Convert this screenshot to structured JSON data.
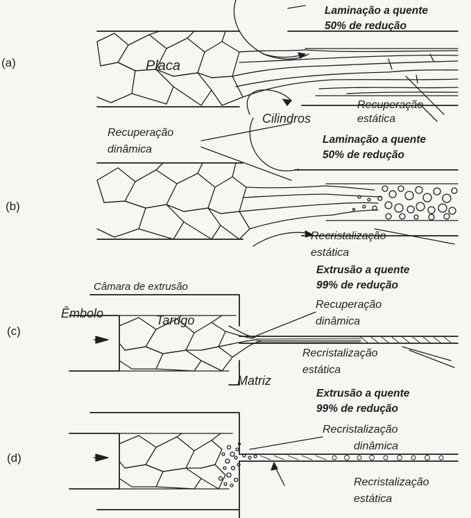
{
  "panels": {
    "a": {
      "tag": "(a)",
      "title_line1": "Laminação a quente",
      "title_line2": "50% de redução",
      "material": "Placa",
      "rolls": "Cilindros",
      "recovery_static_1": "Recuperação",
      "recovery_static_2": "estática"
    },
    "b": {
      "tag": "(b)",
      "title_line1": "Laminação a quente",
      "title_line2": "50% de redução",
      "recovery_dynamic_1": "Recuperação",
      "recovery_dynamic_2": "dinâmica",
      "recryst_static_1": "Recristalização",
      "recryst_static_2": "estática"
    },
    "c": {
      "tag": "(c)",
      "title_line1": "Extrusão a quente",
      "title_line2": "99% de redução",
      "chamber": "Câmara de extrusão",
      "ram": "Êmbolo",
      "billet": "Tarugo",
      "die": "Matriz",
      "recovery_dynamic_1": "Recuperação",
      "recovery_dynamic_2": "dinâmica",
      "recryst_static_1": "Recristalização",
      "recryst_static_2": "estática"
    },
    "d": {
      "tag": "(d)",
      "title_line1": "Extrusão a quente",
      "title_line2": "99% de redução",
      "recryst_dynamic_1": "Recristalização",
      "recryst_dynamic_2": "dinâmica",
      "recryst_static_1": "Recristalização",
      "recryst_static_2": "estática"
    }
  },
  "colors": {
    "ink": "#1e1e1e",
    "paper": "#f7f6f3"
  }
}
